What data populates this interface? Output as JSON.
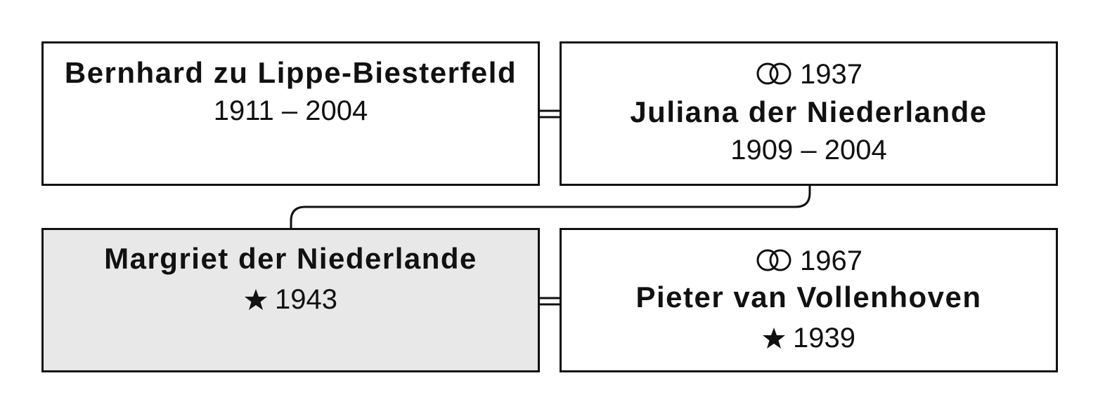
{
  "persons": {
    "bernhard": {
      "name": "Bernhard zu Lippe-Biesterfeld",
      "dates": "1911 – 2004"
    },
    "juliana": {
      "marriage_year": "1937",
      "name": "Juliana der Niederlande",
      "dates": "1909 – 2004"
    },
    "margriet": {
      "name": "Margriet der Niederlande",
      "born": "1943"
    },
    "pieter": {
      "marriage_year": "1967",
      "name": "Pieter van Vollenhoven",
      "born": "1939"
    }
  },
  "colors": {
    "border": "#111111",
    "highlight_fill": "#e8e8e8",
    "background": "#ffffff"
  },
  "icons": {
    "marriage": "marriage-rings-icon",
    "birth": "birth-star-icon"
  }
}
